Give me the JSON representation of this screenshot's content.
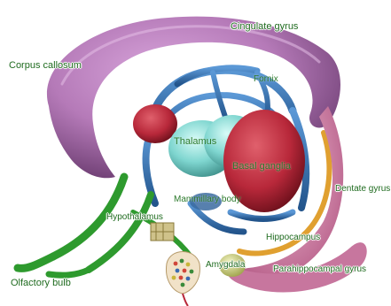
{
  "diagram": {
    "labels": {
      "corpus_callosum": "Corpus callosum",
      "cingulate_gyrus": "Cingulate gyrus",
      "fornix": "Fornix",
      "thalamus": "Thalamus",
      "basal_ganglia": "Basal ganglia",
      "mammillary_body": "Mammillary body",
      "hypothalamus": "Hypothalamus",
      "dentate_gyrus": "Dentate gyrus",
      "hippocampus": "Hippocampus",
      "amygdala": "Amygdala",
      "parahippocampal_gyrus": "Parahippocampal gyrus",
      "olfactory_bulb": "Olfactory bulb"
    },
    "colors": {
      "cingulate_gyrus": "#b57ab8",
      "corpus_callosum": "#c46a2f",
      "fornix": "#2f6fb0",
      "thalamus": "#7fd6d0",
      "basal_ganglia": "#b8283a",
      "olfactory": "#2e9a2e",
      "hippocampus": "#d98bb0",
      "dentate": "#e0a030",
      "amygdala": "#c9cf7a",
      "label": "#1f6b1f"
    }
  }
}
